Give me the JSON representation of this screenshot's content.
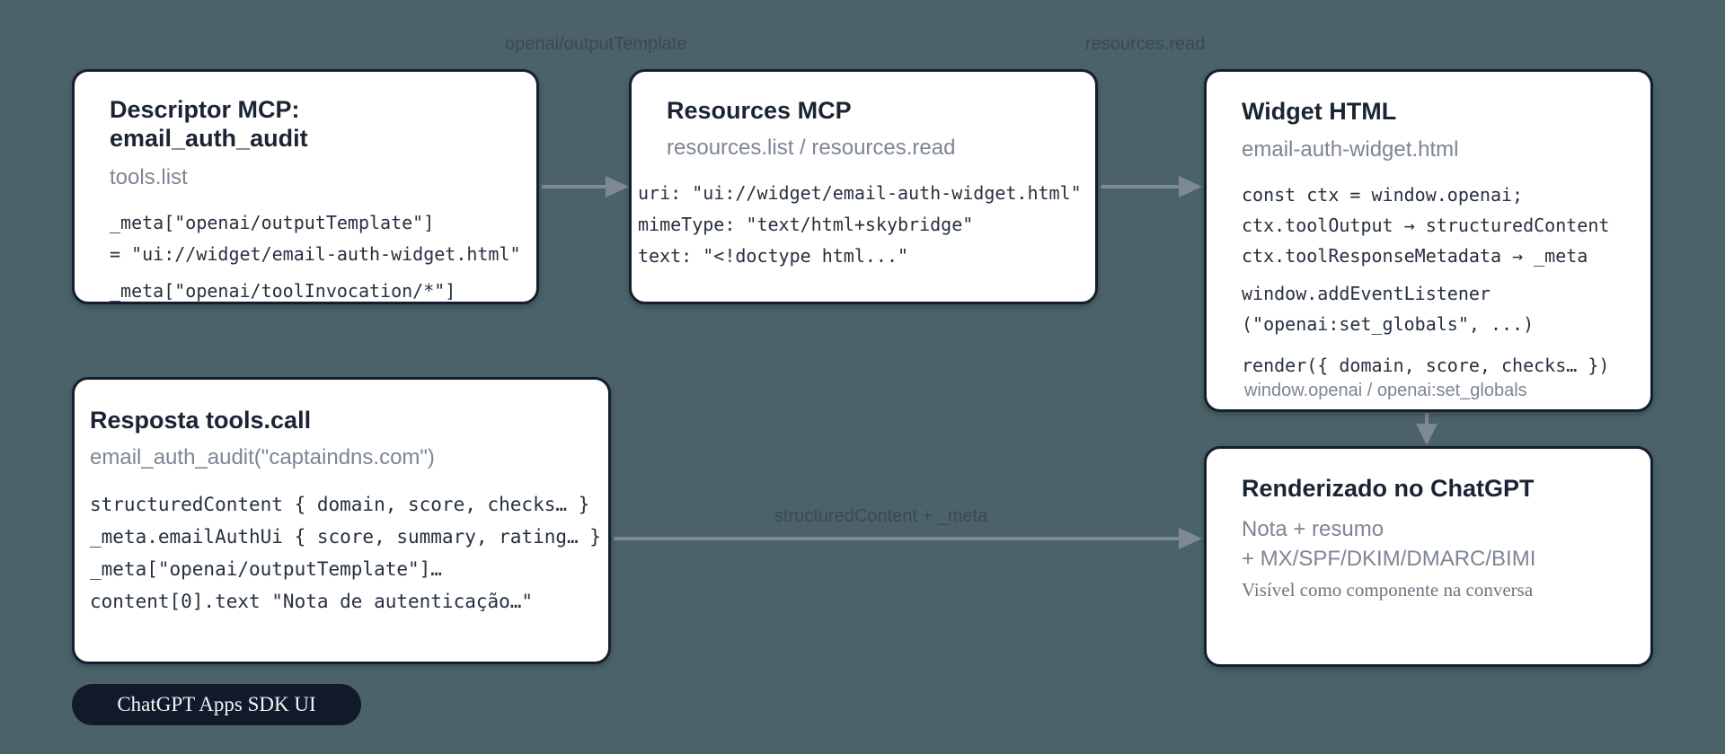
{
  "colors": {
    "background": "#4a6268",
    "card_border": "#141e2e",
    "card_background": "#ffffff",
    "title_text": "#1a2433",
    "muted_text": "#7d8694",
    "code_text": "#26303f",
    "arrow": "#7f8992",
    "flow_label_text": "#3d4855",
    "badge_background": "#111a2b"
  },
  "flow_labels": {
    "output_template": "openai/outputTemplate",
    "resources_read": "resources.read",
    "structured_content": "structuredContent + _meta"
  },
  "boxes": {
    "descriptor": {
      "title": "Descriptor MCP: email_auth_audit",
      "subtitle": "tools.list",
      "code": [
        "_meta[\"openai/outputTemplate\"]",
        "= \"ui://widget/email-auth-widget.html\"",
        "_meta[\"openai/toolInvocation/*\"]"
      ]
    },
    "resources": {
      "title": "Resources MCP",
      "subtitle": "resources.list / resources.read",
      "code": [
        "uri: \"ui://widget/email-auth-widget.html\"",
        "mimeType: \"text/html+skybridge\"",
        "text: \"<!doctype html...\""
      ]
    },
    "widget": {
      "title": "Widget HTML",
      "subtitle": "email-auth-widget.html",
      "code_group1": [
        "const ctx = window.openai;",
        "ctx.toolOutput → structuredContent",
        "ctx.toolResponseMetadata → _meta"
      ],
      "code_group2": [
        "window.addEventListener",
        "(\"openai:set_globals\", ...)"
      ],
      "code_group3": [
        "render({ domain, score, checks… })"
      ],
      "footer": "window.openai / openai:set_globals"
    },
    "response": {
      "title": "Resposta tools.call",
      "subtitle": "email_auth_audit(\"captaindns.com\")",
      "code": [
        "structuredContent { domain, score, checks… }",
        "_meta.emailAuthUi { score, summary, rating… }",
        "_meta[\"openai/outputTemplate\"]…",
        "content[0].text \"Nota de autenticação…\""
      ]
    },
    "rendered": {
      "title": "Renderizado no ChatGPT",
      "line1": "Nota + resumo",
      "line2": "+ MX/SPF/DKIM/DMARC/BIMI",
      "line3": "Visível como componente na conversa"
    }
  },
  "badge": {
    "label": "ChatGPT Apps SDK UI"
  }
}
